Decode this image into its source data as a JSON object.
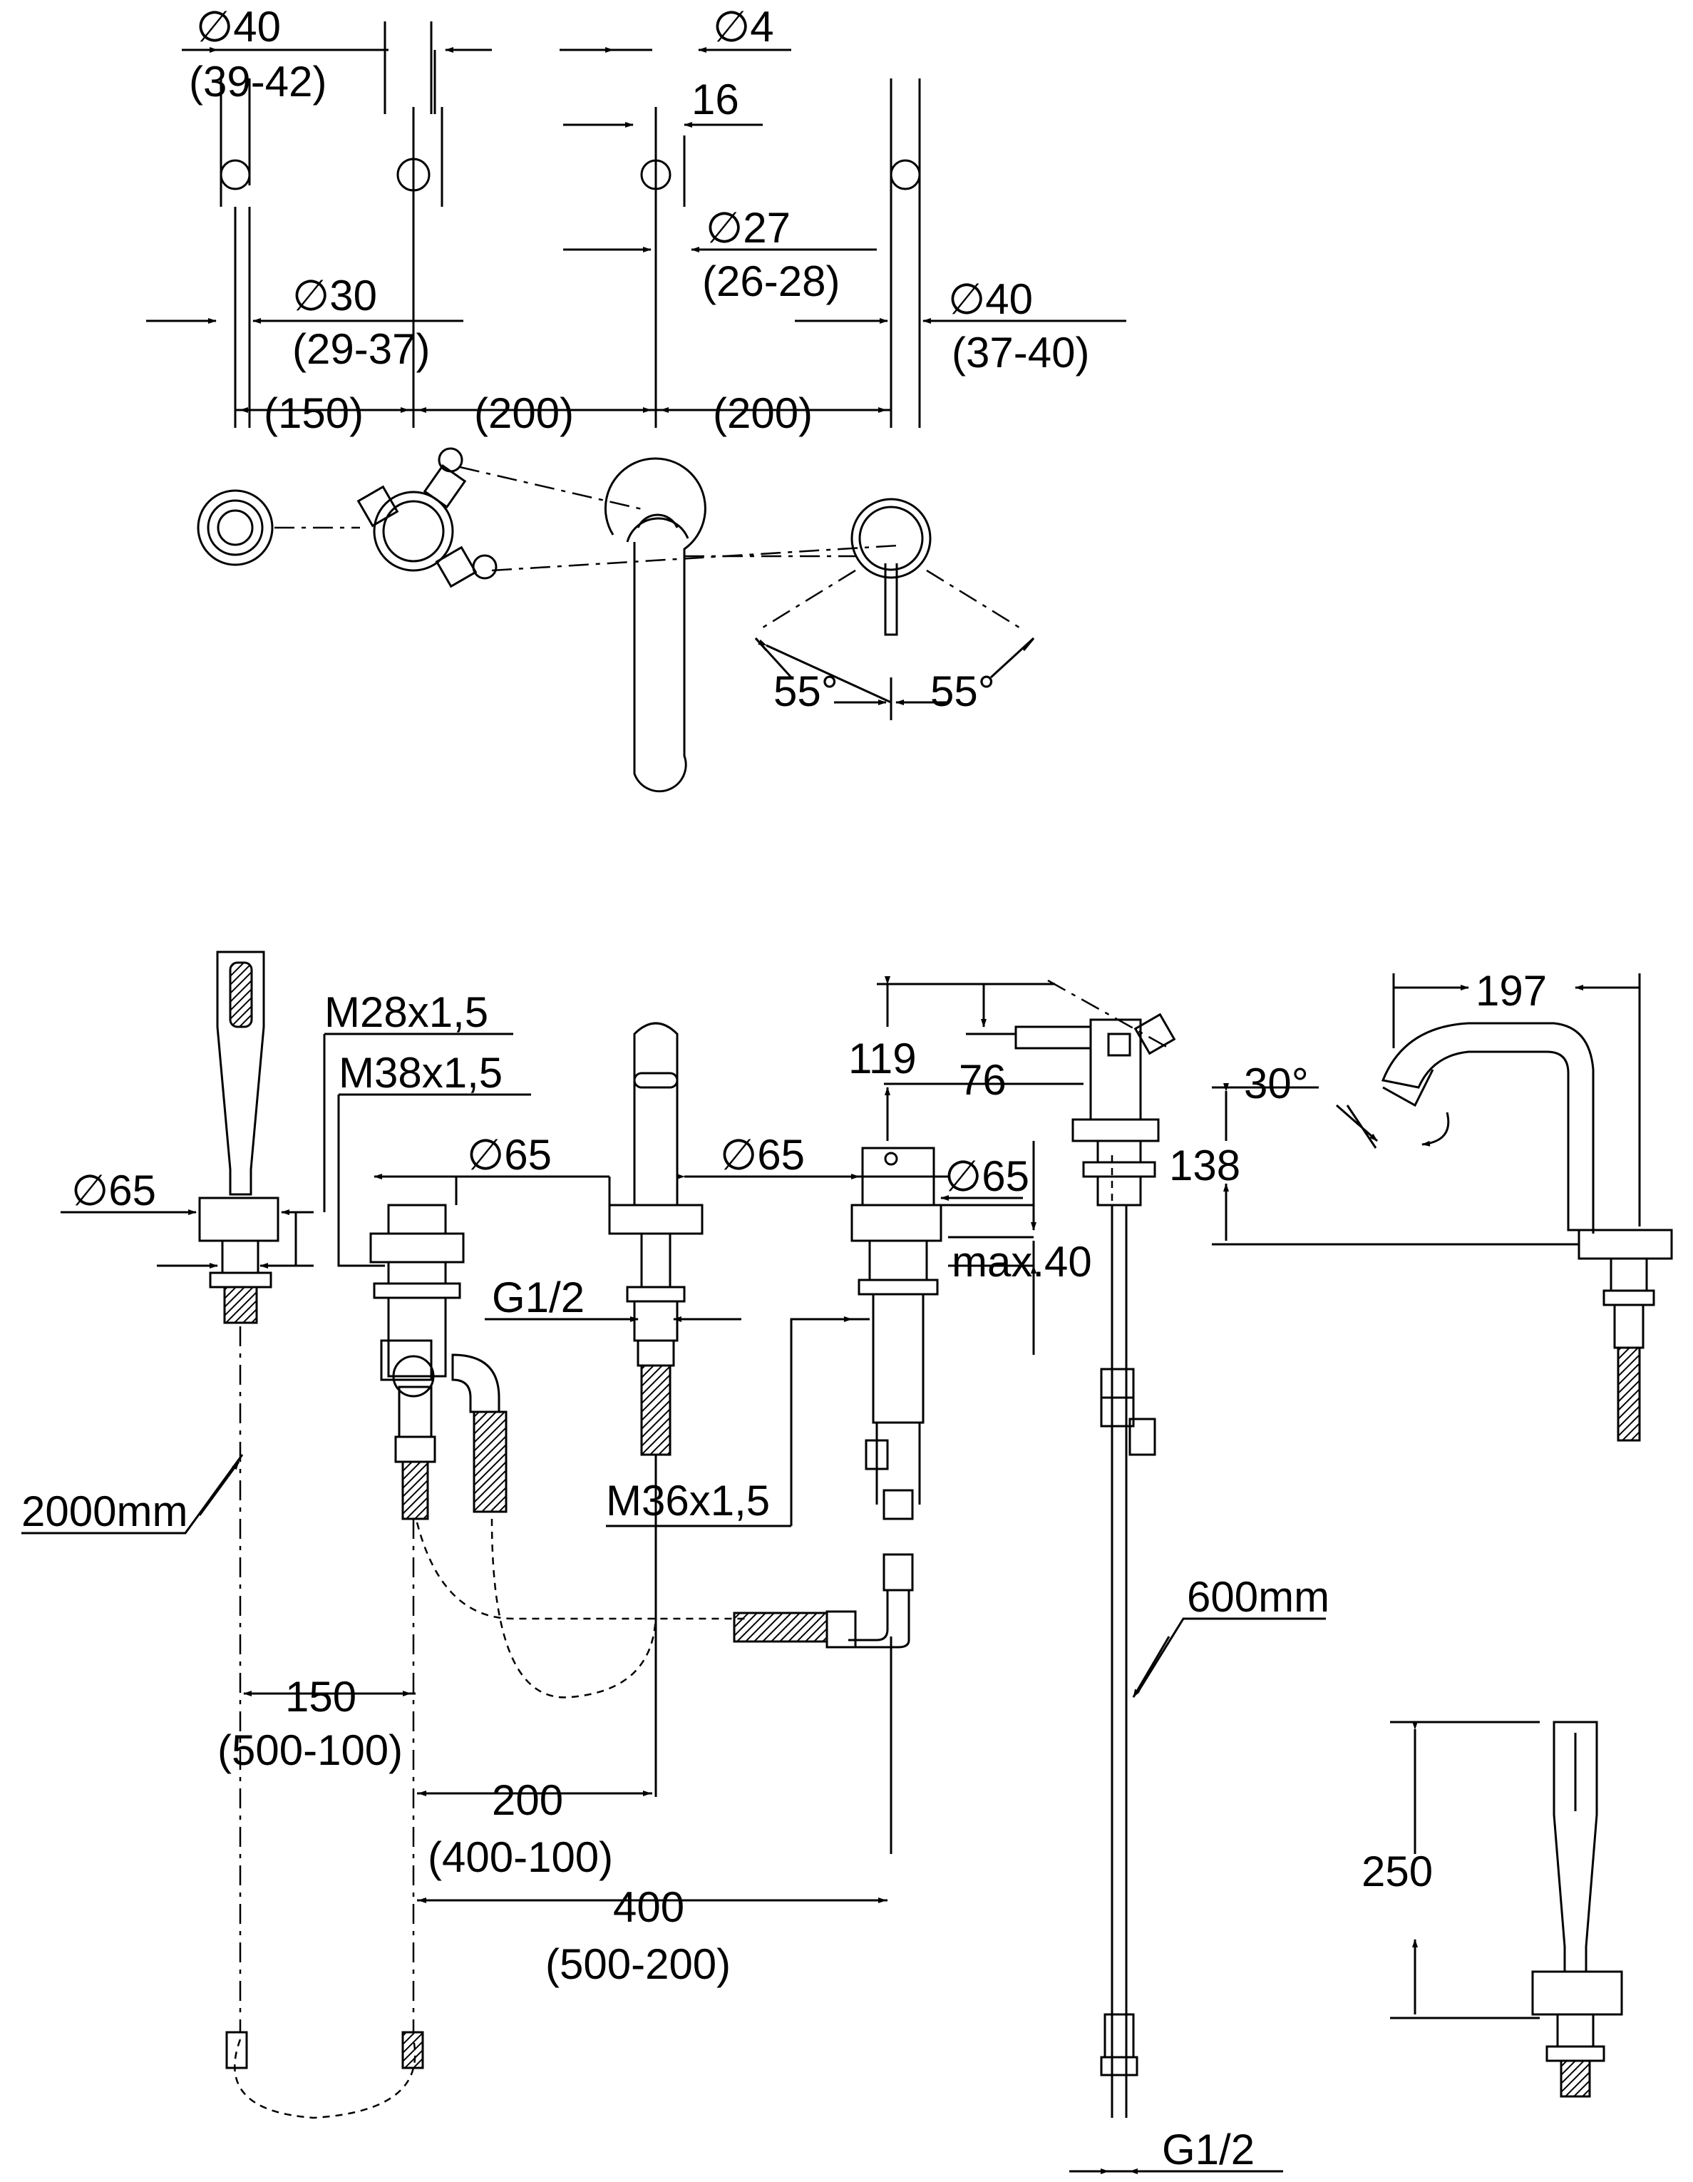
{
  "labels": {
    "d40a": "∅40",
    "r3942": "(39-42)",
    "d4": "∅4",
    "v16": "16",
    "d27": "∅27",
    "r2628": "(26-28)",
    "d30": "∅30",
    "r2937": "(29-37)",
    "d40b": "∅40",
    "r3740": "(37-40)",
    "p150": "(150)",
    "p200a": "(200)",
    "p200b": "(200)",
    "a55l": "55°",
    "a55r": "55°",
    "m28": "M28x1,5",
    "m38": "M38x1,5",
    "d65a": "∅65",
    "d65b": "∅65",
    "d65c": "∅65",
    "d65d": "∅65",
    "g12a": "G1/2",
    "m36": "M36x1,5",
    "v119": "119",
    "v76": "76",
    "max40": "max.40",
    "v197": "197",
    "a30": "30°",
    "v138": "138",
    "len2000": "2000mm",
    "len600": "600mm",
    "b150": "150",
    "r500100": "(500-100)",
    "b200": "200",
    "r400100": "(400-100)",
    "b400": "400",
    "r500200": "(500-200)",
    "v250": "250",
    "g12b": "G1/2"
  }
}
